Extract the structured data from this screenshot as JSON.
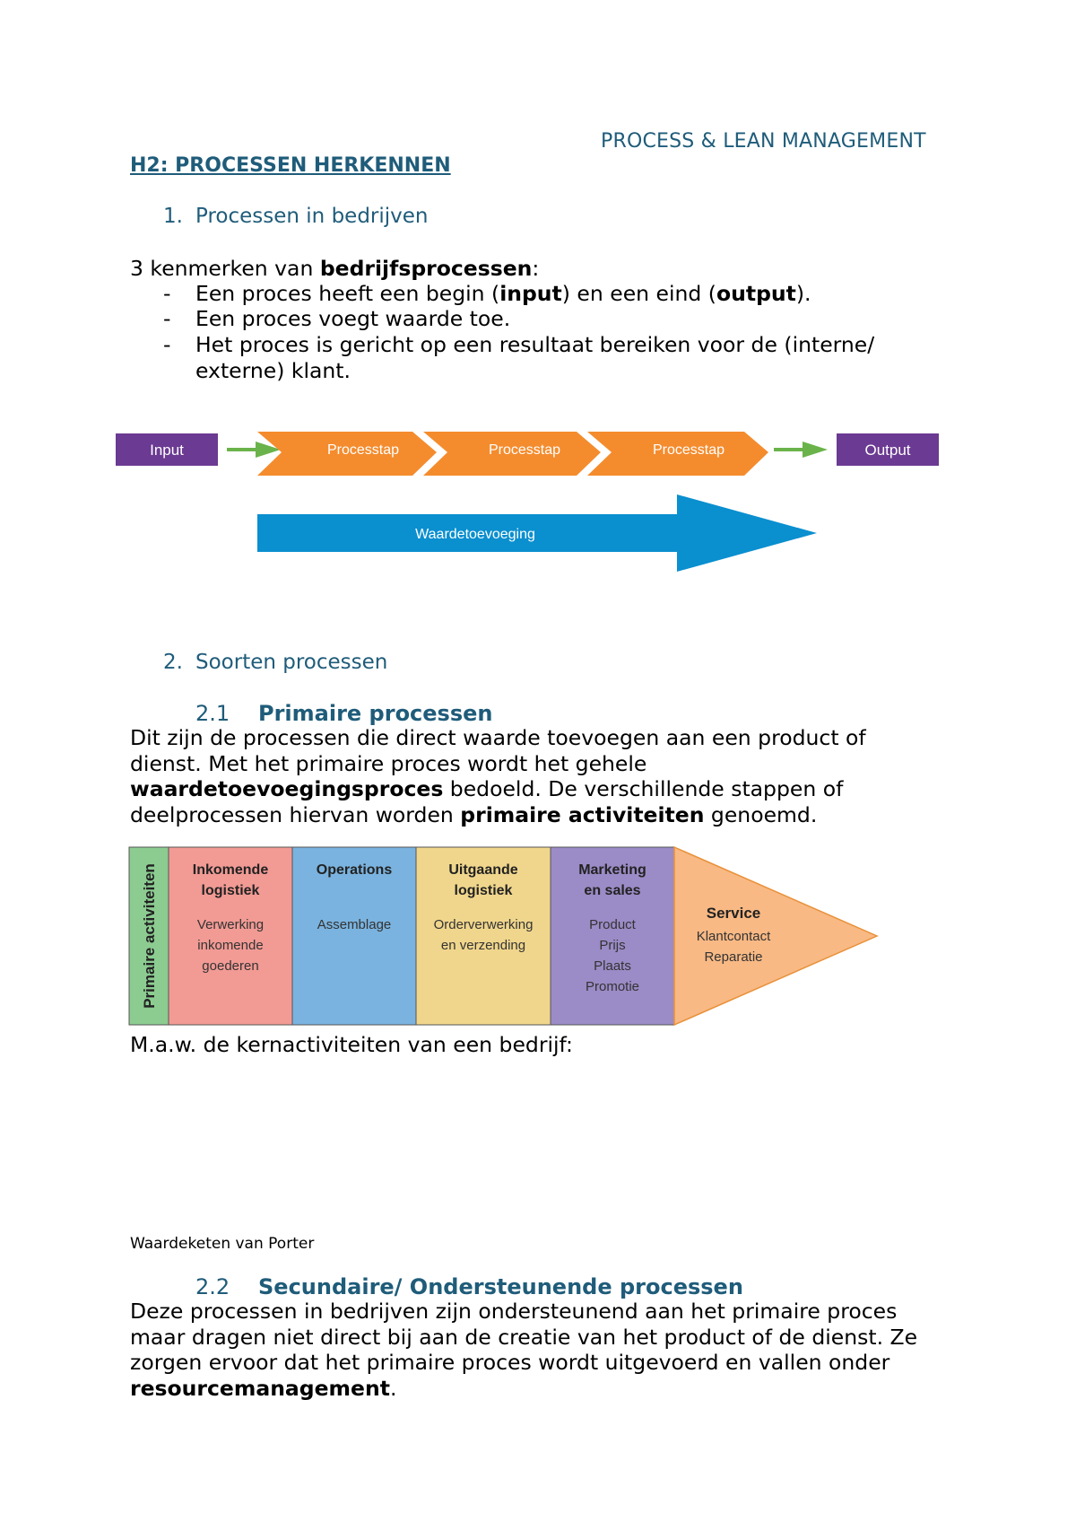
{
  "header": {
    "course": "PROCESS & LEAN MANAGEMENT"
  },
  "chapter": {
    "title": "H2: PROCESSEN HERKENNEN "
  },
  "section1": {
    "number": "1.",
    "title": "Processen in bedrijven",
    "intro_pre": "3 kenmerken van ",
    "intro_bold": "bedrijfsprocessen",
    "intro_post": ":",
    "bullets": [
      {
        "dash": "-",
        "parts": [
          "Een proces heeft een begin (",
          "input",
          ") en een eind (",
          "output",
          ")."
        ]
      },
      {
        "dash": "-",
        "text": "Een proces voegt waarde toe."
      },
      {
        "dash": "-",
        "text": "Het proces is gericht op een resultaat bereiken voor de (interne/ externe) klant."
      }
    ]
  },
  "process_diagram": {
    "input": "Input",
    "steps": [
      "Processtap",
      "Processtap",
      "Processtap"
    ],
    "output": "Output",
    "arrow": "Waardetoevoeging",
    "colors": {
      "box": "#6b3a92",
      "step": "#f48c2e",
      "small_arrow": "#6ab34a",
      "big_arrow": "#0a8fcf"
    }
  },
  "section2": {
    "number": "2.",
    "title": "Soorten processen",
    "sub1": {
      "number": "2.1",
      "title": "Primaire processen",
      "p1": "Dit zijn de processen die direct waarde toevoegen aan een product of dienst. Met het primaire proces wordt het gehele ",
      "p1_bold": "waardetoevoegingsproces",
      "p1_mid": " bedoeld. De verschillende stappen of deelprocessen hiervan worden ",
      "p1_bold2": "primaire activiteiten",
      "p1_end": " genoemd."
    },
    "value_chain": {
      "side_label": "Primaire activiteiten",
      "columns": [
        {
          "title": [
            "Inkomende",
            "logistiek"
          ],
          "items": [
            "Verwerking",
            "inkomende",
            "goederen"
          ],
          "color": "#f29a94"
        },
        {
          "title": [
            "Operations"
          ],
          "items": [
            "Assemblage"
          ],
          "color": "#7ab3df"
        },
        {
          "title": [
            "Uitgaande",
            "logistiek"
          ],
          "items": [
            "Orderverwerking",
            "en verzending"
          ],
          "color": "#f0d68c"
        },
        {
          "title": [
            "Marketing",
            "en sales"
          ],
          "items": [
            "Product",
            "Prijs",
            "Plaats",
            "Promotie"
          ],
          "color": "#9b8bc6"
        }
      ],
      "service": {
        "title": "Service",
        "items": [
          "Klantcontact",
          "Reparatie"
        ],
        "color": "#f8b984"
      },
      "side_color": "#8ccc91"
    },
    "kern": "M.a.w. de kernactiviteiten van een bedrijf:",
    "caption": "Waardeketen van Porter",
    "sub2": {
      "number": "2.2",
      "title": "Secundaire/ Ondersteunende processen",
      "p1": "Deze processen in bedrijven zijn ondersteunend aan het primaire proces maar dragen niet direct bij aan de creatie van het product of de dienst. Ze zorgen ervoor dat het primaire proces wordt uitgevoerd en vallen onder ",
      "p1_bold": "resourcemanagement",
      "p1_end": "."
    }
  }
}
